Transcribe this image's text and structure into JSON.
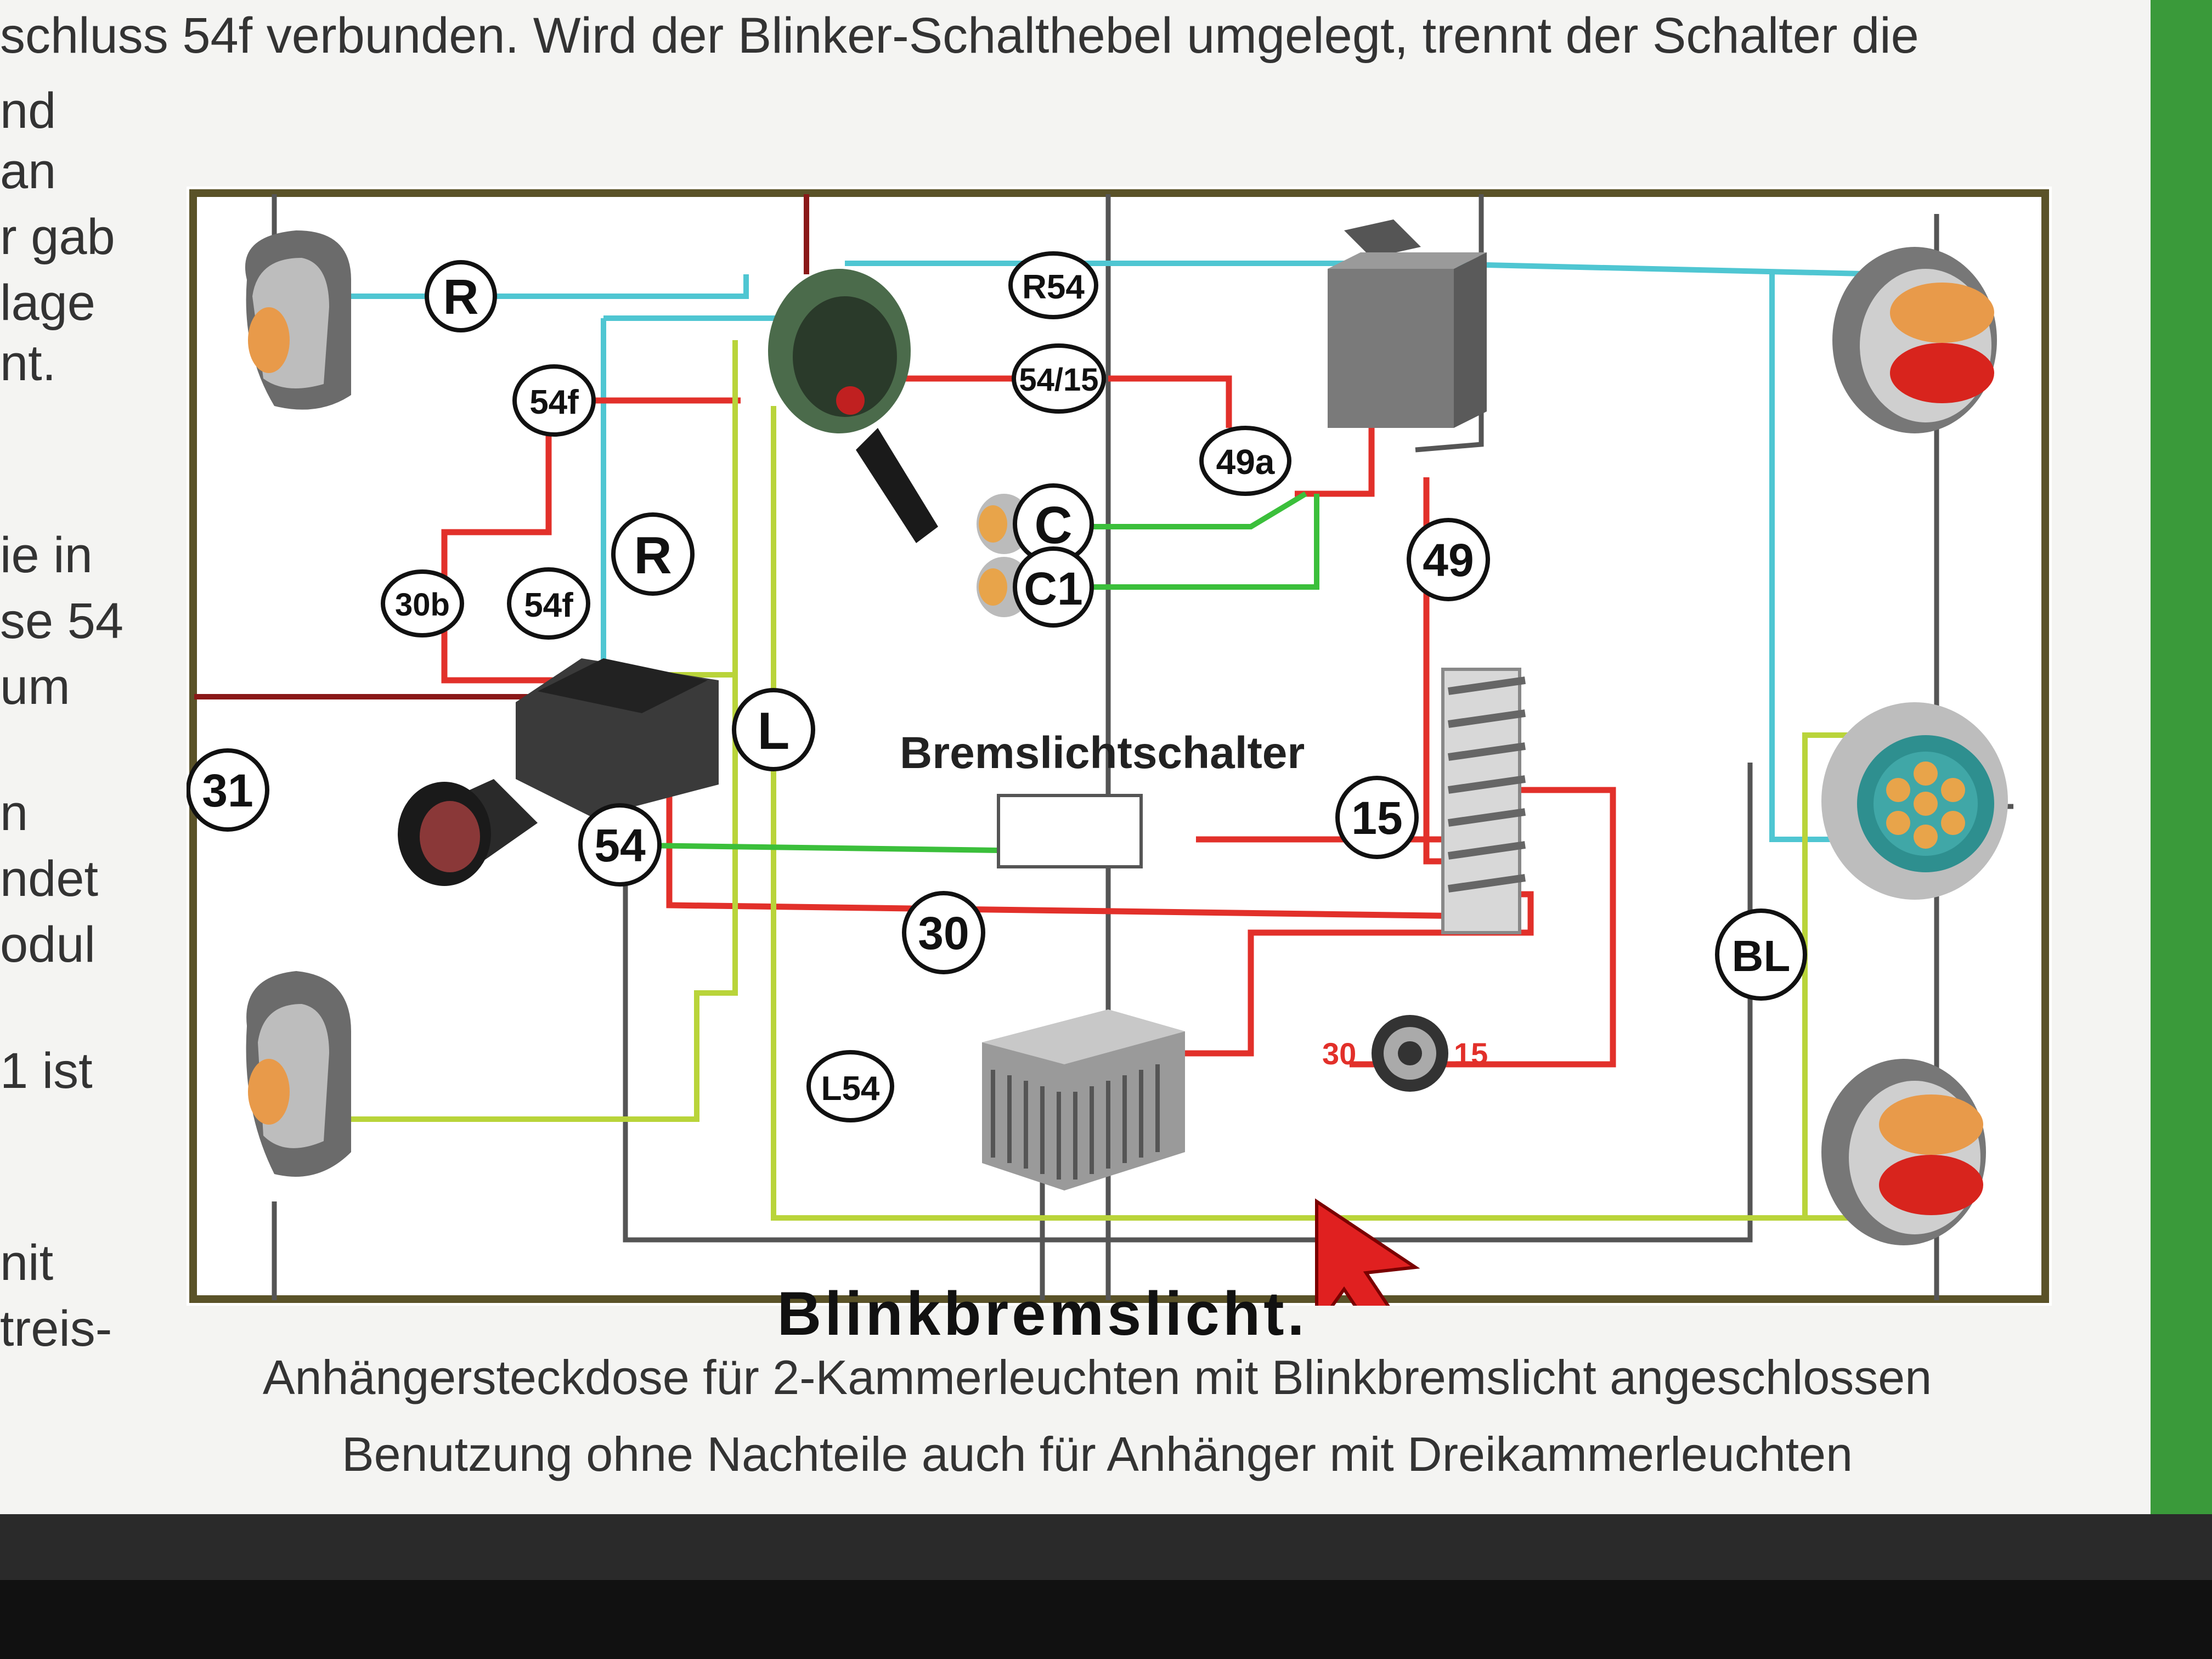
{
  "top_text": "schluss 54f verbunden. Wird der Blinker-Schalthebel umgelegt, trennt der Schalter die",
  "left_fragments": [
    "nd",
    "an",
    "r gab",
    "lage",
    "nt.",
    "ie in",
    "se 54",
    "um",
    "n",
    "ndet",
    "odul",
    "1 ist",
    "nit",
    "treis-"
  ],
  "diagram": {
    "labels": {
      "r_left": "R",
      "r54": "R54",
      "l54_15": "54/15",
      "f54_top": "54f",
      "a49": "49a",
      "c": "C",
      "c1": "C1",
      "r_mid": "R",
      "b30": "30b",
      "f54_mid": "54f",
      "n49": "49",
      "l": "L",
      "brake_switch": "Bremslichtschalter",
      "n31": "31",
      "n54": "54",
      "n15": "15",
      "n30": "30",
      "bl": "BL",
      "l54": "L54",
      "red30": "30",
      "red15": "15"
    },
    "colors": {
      "frame": "#5a5228",
      "red_wire": "#e2302a",
      "cyan_wire": "#4fc6d2",
      "yellow_green_wire": "#b9d43a",
      "green_wire": "#3bbf3b",
      "dark_red_wire": "#8a1818",
      "gray_wire": "#555555"
    }
  },
  "caption": {
    "title": "Blinkbremslicht.",
    "line1": "Anhängersteckdose für 2-Kammerleuchten mit Blinkbremslicht angeschlossen",
    "line2": "Benutzung ohne Nachteile auch für Anhänger mit Dreikammerleuchten"
  }
}
